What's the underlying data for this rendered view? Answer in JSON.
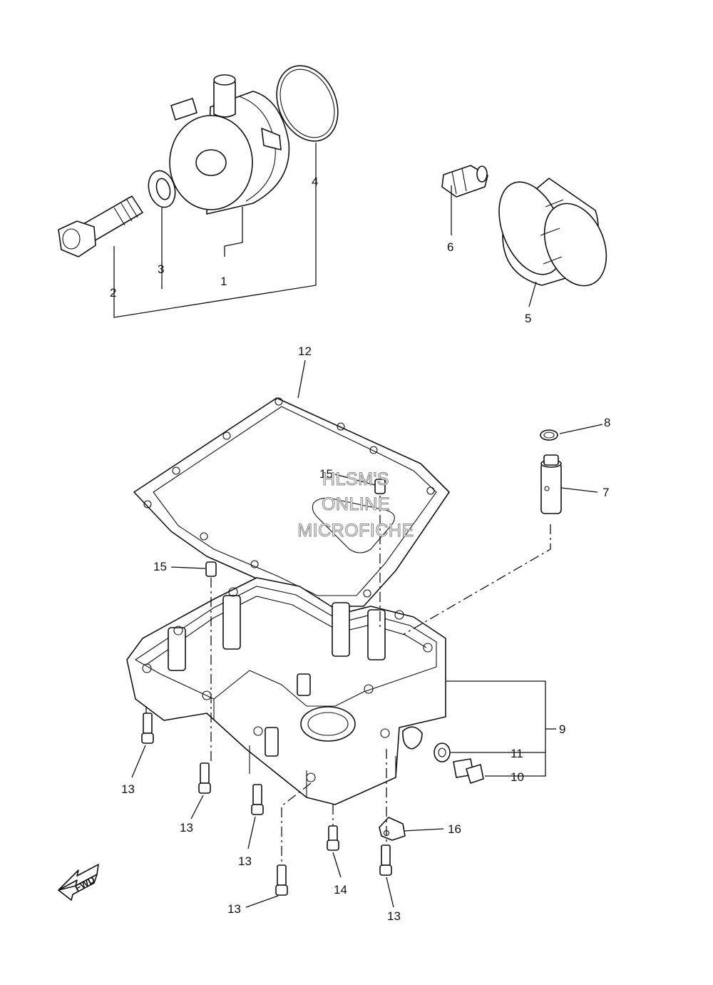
{
  "callouts": {
    "c1": "1",
    "c2": "2",
    "c3": "3",
    "c4": "4",
    "c5": "5",
    "c6": "6",
    "c7": "7",
    "c8": "8",
    "c9": "9",
    "c10": "10",
    "c11": "11",
    "c12": "12",
    "c13": "13",
    "c14": "14",
    "c15": "15",
    "c16": "16"
  },
  "watermark": {
    "line1": "HLSM'S",
    "line2": "ONLINE",
    "line3": "MICROFICHE"
  },
  "fwd_label": "FWD"
}
